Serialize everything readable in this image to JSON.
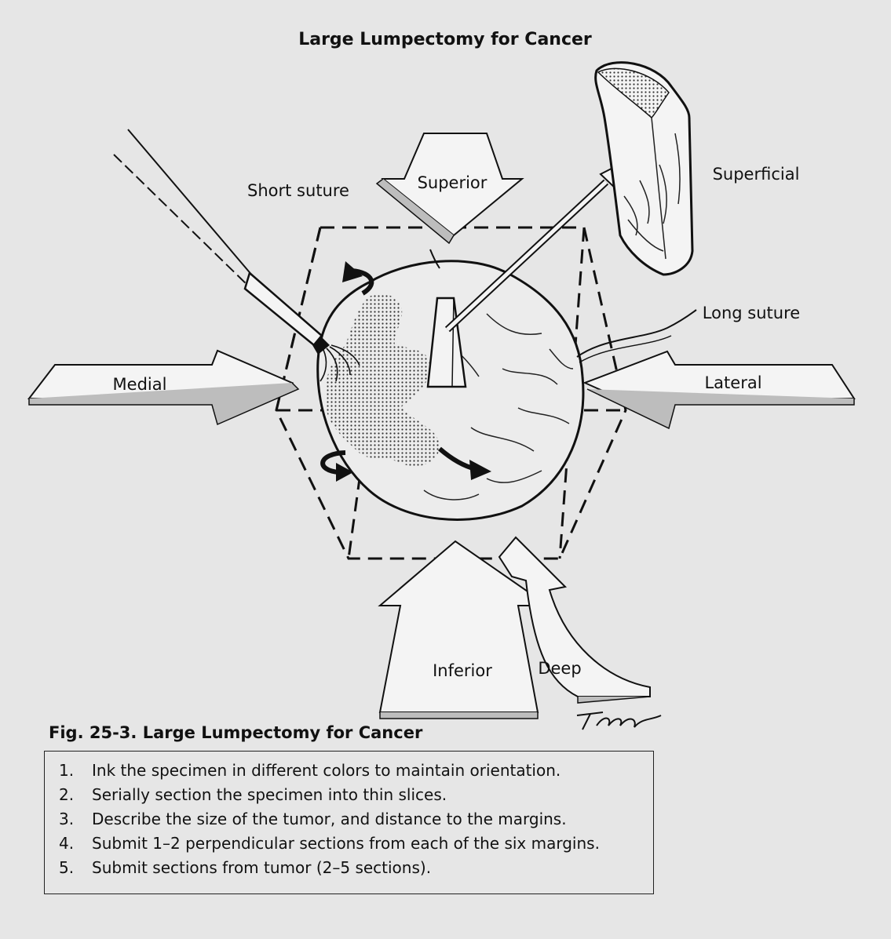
{
  "title": "Large Lumpectomy for Cancer",
  "labels": {
    "superior": "Superior",
    "inferior": "Inferior",
    "medial": "Medial",
    "lateral": "Lateral",
    "superficial": "Superficial",
    "deep": "Deep",
    "short_suture": "Short suture",
    "long_suture": "Long suture"
  },
  "figure_caption": "Fig. 25-3. Large Lumpectomy for Cancer",
  "steps": [
    {
      "num": "1.",
      "text": "Ink the specimen in different colors to maintain orientation."
    },
    {
      "num": "2.",
      "text": "Serially section the specimen into thin slices."
    },
    {
      "num": "3.",
      "text": "Describe the size of the tumor, and distance to the margins."
    },
    {
      "num": "4.",
      "text": "Submit 1–2 perpendicular sections from each of the six margins."
    },
    {
      "num": "5.",
      "text": "Submit sections from tumor (2–5 sections)."
    }
  ],
  "colors": {
    "background": "#e6e6e6",
    "ink": "#111111"
  }
}
